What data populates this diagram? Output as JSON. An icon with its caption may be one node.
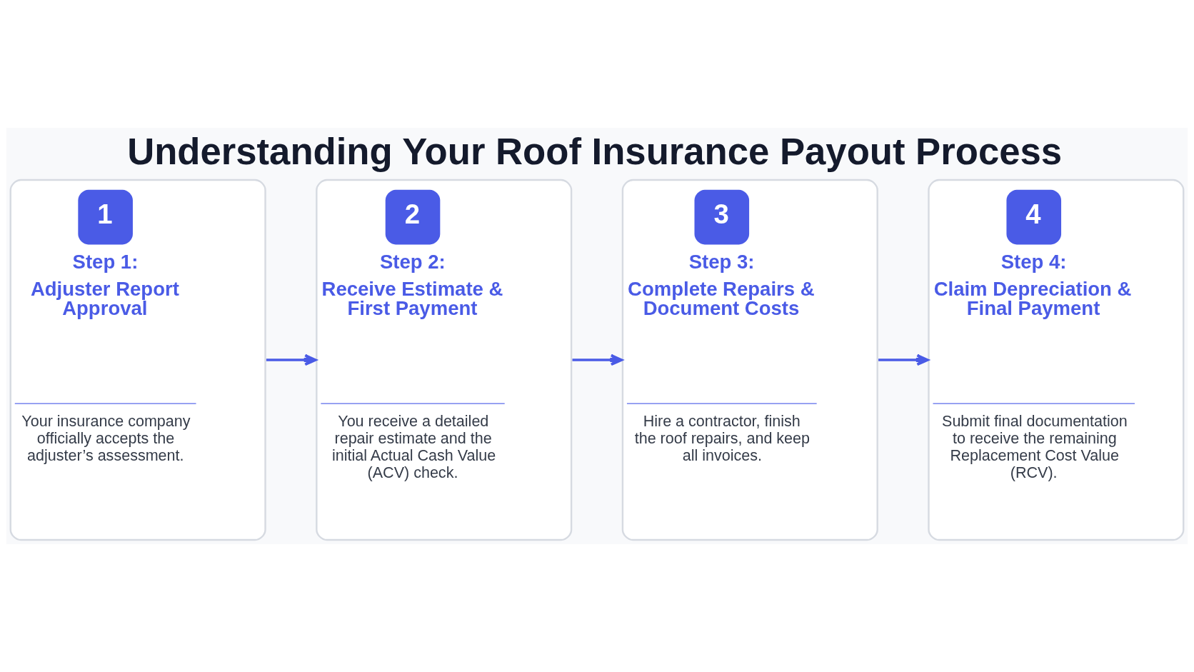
{
  "diagram": {
    "title": "Understanding Your Roof Insurance Payout Process",
    "nodes": [
      {
        "text": [
          "1",
          "Step 1:",
          "Adjuster Report Approval",
          "Your insurance company officially accepts the adjuster’s assessment."
        ]
      },
      {
        "text": [
          "2",
          "Step 2:",
          "Receive Estimate & First Payment",
          "You receive a detailed repair estimate and the initial Actual Cash Value (ACV) check."
        ]
      },
      {
        "text": [
          "3",
          "Step 3:",
          "Complete Repairs & Document Costs",
          "Hire a contractor, finish the roof repairs, and keep all invoices."
        ]
      },
      {
        "text": [
          "4",
          "Step 4:",
          "Claim Depreciation & Final Payment",
          "Submit final documentation to receive the remaining Replacement Cost Value (RCV)."
        ]
      }
    ],
    "edges": [
      {
        "from": 0,
        "to": 1,
        "arrow": "to"
      },
      {
        "from": 1,
        "to": 2,
        "arrow": "to"
      },
      {
        "from": 2,
        "to": 3,
        "arrow": "to"
      }
    ]
  }
}
